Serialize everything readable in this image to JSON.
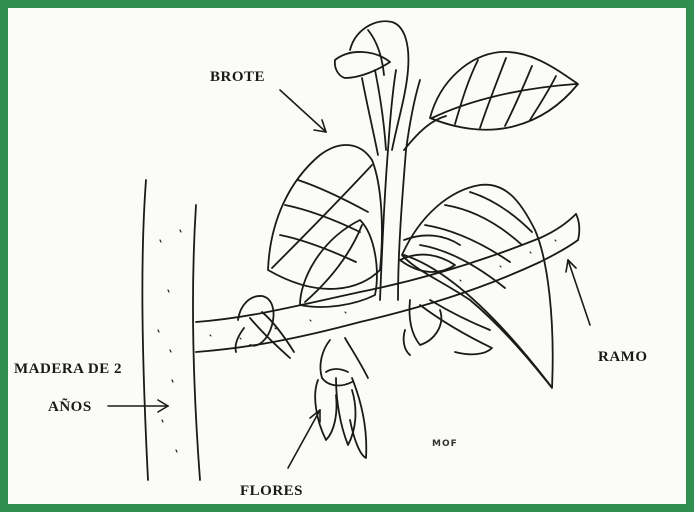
{
  "labels": {
    "brote": "BROTE",
    "madera_line1": "MADERA DE 2",
    "madera_line2": "AÑOS",
    "ramo": "RAMO",
    "flores": "FLORES"
  },
  "signature": "MOF",
  "colors": {
    "border": "#2f8f4e",
    "paper": "#fbfbf8",
    "ink": "#1a1a1a"
  }
}
